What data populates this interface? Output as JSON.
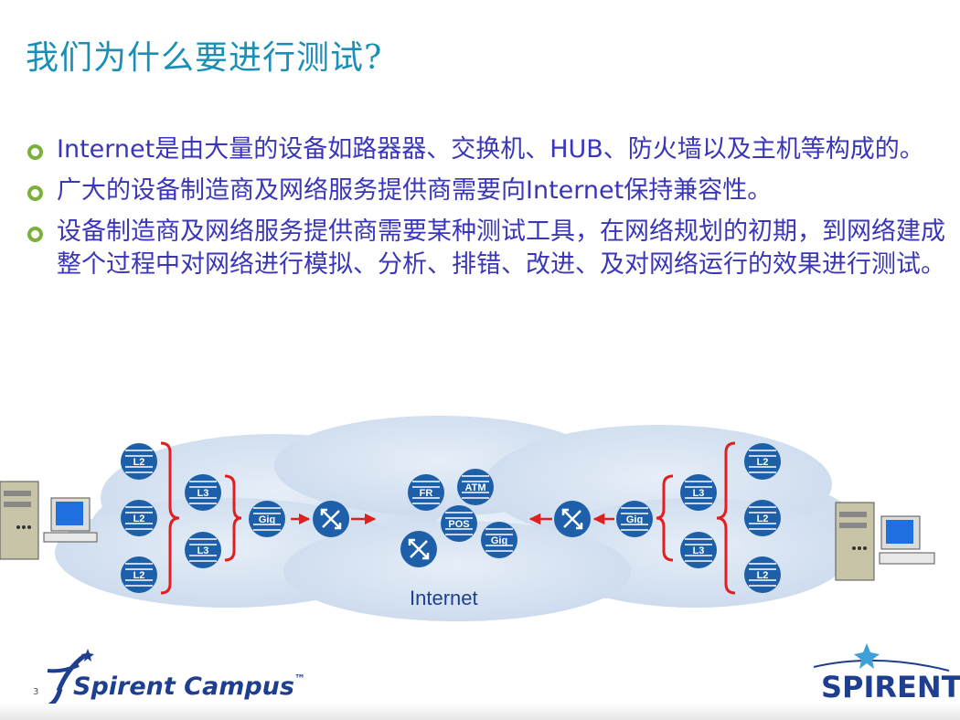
{
  "title": "我们为什么要进行测试?",
  "bullets": [
    "Internet是由大量的设备如路器器、交换机、HUB、防火墙以及主机等构成的。",
    "广大的设备制造商及网络服务提供商需要向Internet保持兼容性。",
    "设备制造商及网络服务提供商需要某种测试工具，在网络规划的初期，到网络建成整个过程中对网络进行模拟、分析、排错、改进、及对网络运行的效果进行测试。"
  ],
  "diagram": {
    "cloud_label": "Internet",
    "left_nodes": [
      "L2",
      "L2",
      "L2",
      "L3",
      "L3",
      "Gig"
    ],
    "right_nodes": [
      "L2",
      "L2",
      "L2",
      "L3",
      "L3",
      "Gig"
    ],
    "center_nodes": [
      "FR",
      "ATM",
      "POS",
      "Gig"
    ],
    "colors": {
      "node": "#1d5fa8",
      "bracket": "#e02020",
      "cloud": "#d6e2f2"
    }
  },
  "footer": {
    "page_number": "3",
    "campus_logo": "Spirent Campus",
    "campus_tm": "™",
    "spirent_logo": "SPIRENT"
  }
}
